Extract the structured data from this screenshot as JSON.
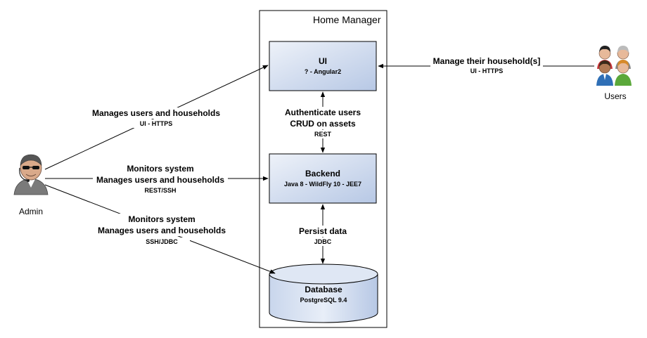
{
  "container": {
    "title": "Home Manager"
  },
  "components": {
    "ui": {
      "title": "UI",
      "tech": "? - Angular2"
    },
    "backend": {
      "title": "Backend",
      "tech": "Java 8 - WildFly 10 - JEE7"
    },
    "database": {
      "title": "Database",
      "tech": "PostgreSQL 9.4"
    }
  },
  "actors": {
    "admin": {
      "label": "Admin",
      "icon": "admin-person-icon"
    },
    "users": {
      "label": "Users",
      "icon": "users-group-icon"
    }
  },
  "edges": {
    "admin_ui": {
      "line1": "Manages users and households",
      "protocol": "UI - HTTPS"
    },
    "admin_backend": {
      "line1": "Monitors system",
      "line2": "Manages users and households",
      "protocol": "REST/SSH"
    },
    "admin_db": {
      "line1": "Monitors system",
      "line2": "Manages users and households",
      "protocol": "SSH/JDBC"
    },
    "users_ui": {
      "line1": "Manage their household(s]",
      "protocol": "UI - HTTPS"
    },
    "ui_backend": {
      "line1": "Authenticate users",
      "line2": "CRUD on assets",
      "protocol": "REST"
    },
    "backend_db": {
      "line1": "Persist data",
      "protocol": "JDBC"
    }
  },
  "colors": {
    "box_fill_top": "#eef2f9",
    "box_fill_bottom": "#b8c9e6",
    "box_stroke": "#000000",
    "line": "#000000"
  }
}
